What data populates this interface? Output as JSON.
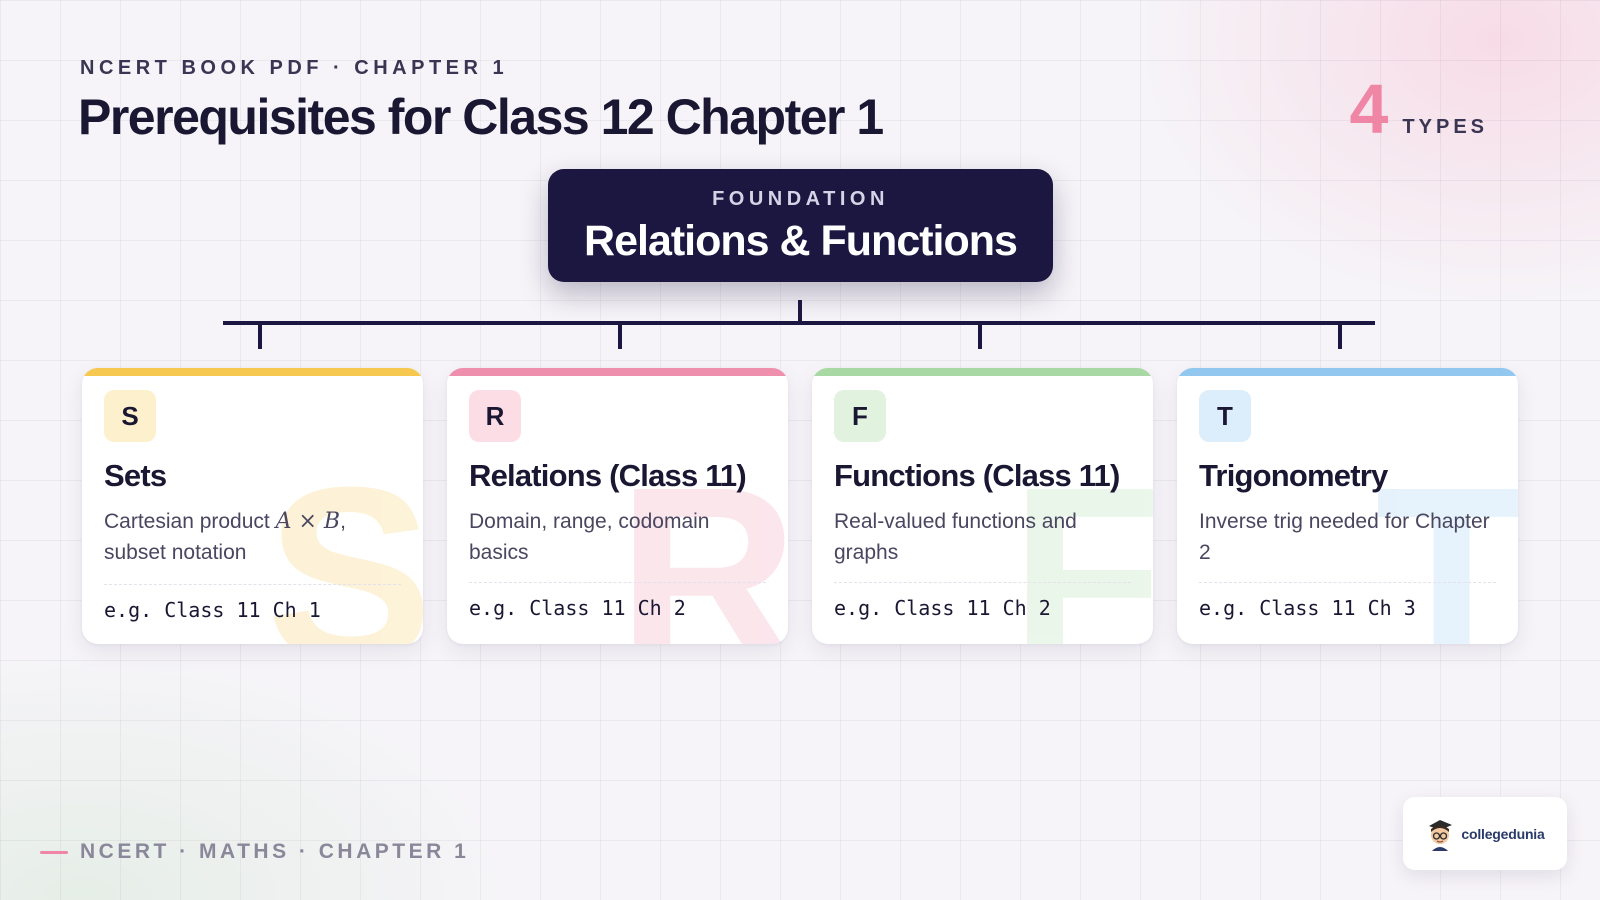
{
  "header": {
    "eyebrow": "NCERT BOOK PDF · CHAPTER 1",
    "title": "Prerequisites for Class 12 Chapter 1",
    "types_count": "4",
    "types_label": "TYPES"
  },
  "root": {
    "eyebrow": "FOUNDATION",
    "title": "Relations & Functions"
  },
  "cards": [
    {
      "letter": "S",
      "title": "Sets",
      "desc_text": "Cartesian product ",
      "desc_math": "A × B",
      "desc_rest": ", subset notation",
      "example": "e.g. Class 11 Ch 1",
      "accent": "#f7c84f",
      "badge_bg": "#fdf0cc"
    },
    {
      "letter": "R",
      "title": "Relations (Class 11)",
      "desc_text": "Domain, range, codomain basics",
      "example": "e.g. Class 11 Ch 2",
      "accent": "#ef8fae",
      "badge_bg": "#fcdde6"
    },
    {
      "letter": "F",
      "title": "Functions (Class 11)",
      "desc_text": "Real-valued functions and graphs",
      "example": "e.g. Class 11 Ch 2",
      "accent": "#a8d8a4",
      "badge_bg": "#e1f3df"
    },
    {
      "letter": "T",
      "title": "Trigonometry",
      "desc_text": "Inverse trig needed for Chapter 2",
      "example": "e.g. Class 11 Ch 3",
      "accent": "#92c8f0",
      "badge_bg": "#dcedfb"
    }
  ],
  "footer": {
    "text": "NCERT · MATHS · CHAPTER 1"
  },
  "brand": {
    "name": "collegedunia"
  },
  "colors": {
    "navy": "#1c1740",
    "accent_pink": "#ef86a6"
  }
}
